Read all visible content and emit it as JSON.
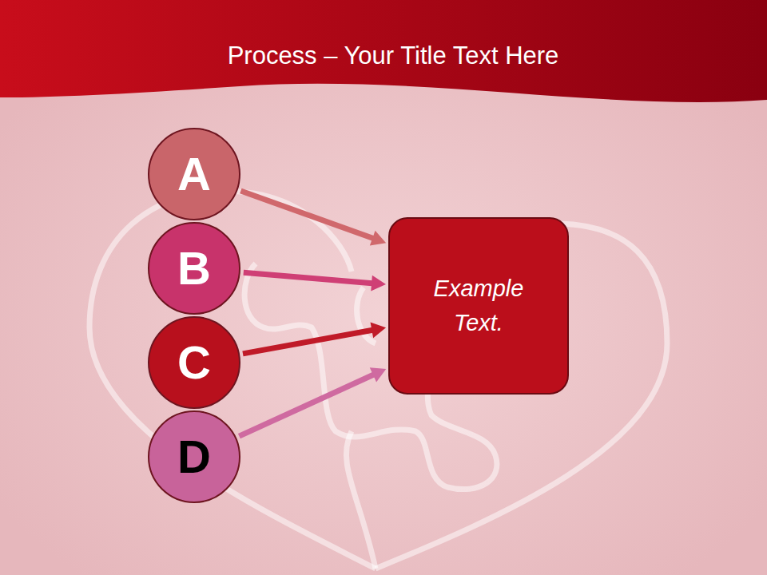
{
  "diagram": {
    "title": "Process – Your Title Text Here",
    "nodes": [
      {
        "text": [
          "A"
        ]
      },
      {
        "text": [
          "B"
        ]
      },
      {
        "text": [
          "C"
        ]
      },
      {
        "text": [
          "D"
        ]
      },
      {
        "text": [
          "Example Text."
        ]
      }
    ],
    "edges": [
      {
        "from": 0,
        "to": 4,
        "arrow": "to"
      },
      {
        "from": 1,
        "to": 4,
        "arrow": "to"
      },
      {
        "from": 2,
        "to": 4,
        "arrow": "to"
      },
      {
        "from": 3,
        "to": 4,
        "arrow": "to"
      }
    ]
  }
}
